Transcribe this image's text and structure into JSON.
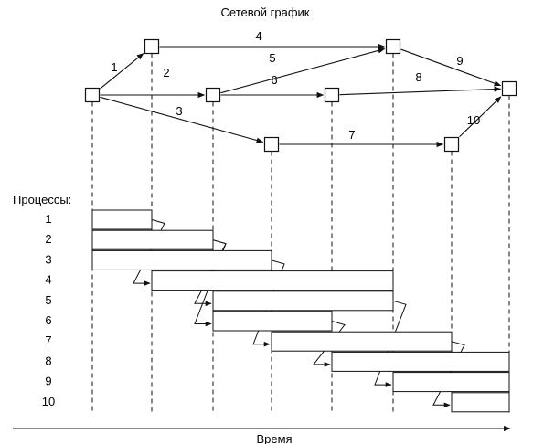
{
  "title": "Сетевой график",
  "processes_heading": "Процессы:",
  "time_axis_label": "Время",
  "nodes": [
    {
      "id": "s",
      "col": 0,
      "row": 1
    },
    {
      "id": "a",
      "col": 1,
      "row": 0
    },
    {
      "id": "b",
      "col": 2,
      "row": 1
    },
    {
      "id": "c",
      "col": 3,
      "row": 2
    },
    {
      "id": "d",
      "col": 4,
      "row": 1
    },
    {
      "id": "e",
      "col": 5,
      "row": 0
    },
    {
      "id": "f",
      "col": 6,
      "row": 2
    },
    {
      "id": "g",
      "col": 7,
      "row": 1
    }
  ],
  "edges": [
    {
      "label": "1",
      "from": "s",
      "to": "a"
    },
    {
      "label": "2",
      "from": "s",
      "to": "b"
    },
    {
      "label": "3",
      "from": "s",
      "to": "c"
    },
    {
      "label": "4",
      "from": "a",
      "to": "e"
    },
    {
      "label": "5",
      "from": "b",
      "to": "e"
    },
    {
      "label": "6",
      "from": "b",
      "to": "d"
    },
    {
      "label": "7",
      "from": "c",
      "to": "f"
    },
    {
      "label": "8",
      "from": "d",
      "to": "g"
    },
    {
      "label": "9",
      "from": "e",
      "to": "g"
    },
    {
      "label": "10",
      "from": "f",
      "to": "g"
    }
  ],
  "processes": [
    {
      "label": "1",
      "start": 0,
      "end": 1
    },
    {
      "label": "2",
      "start": 0,
      "end": 2
    },
    {
      "label": "3",
      "start": 0,
      "end": 3
    },
    {
      "label": "4",
      "start": 1,
      "end": 5
    },
    {
      "label": "5",
      "start": 2,
      "end": 5
    },
    {
      "label": "6",
      "start": 2,
      "end": 4
    },
    {
      "label": "7",
      "start": 3,
      "end": 6
    },
    {
      "label": "8",
      "start": 4,
      "end": 7
    },
    {
      "label": "9",
      "start": 5,
      "end": 7
    },
    {
      "label": "10",
      "start": 6,
      "end": 7
    }
  ]
}
